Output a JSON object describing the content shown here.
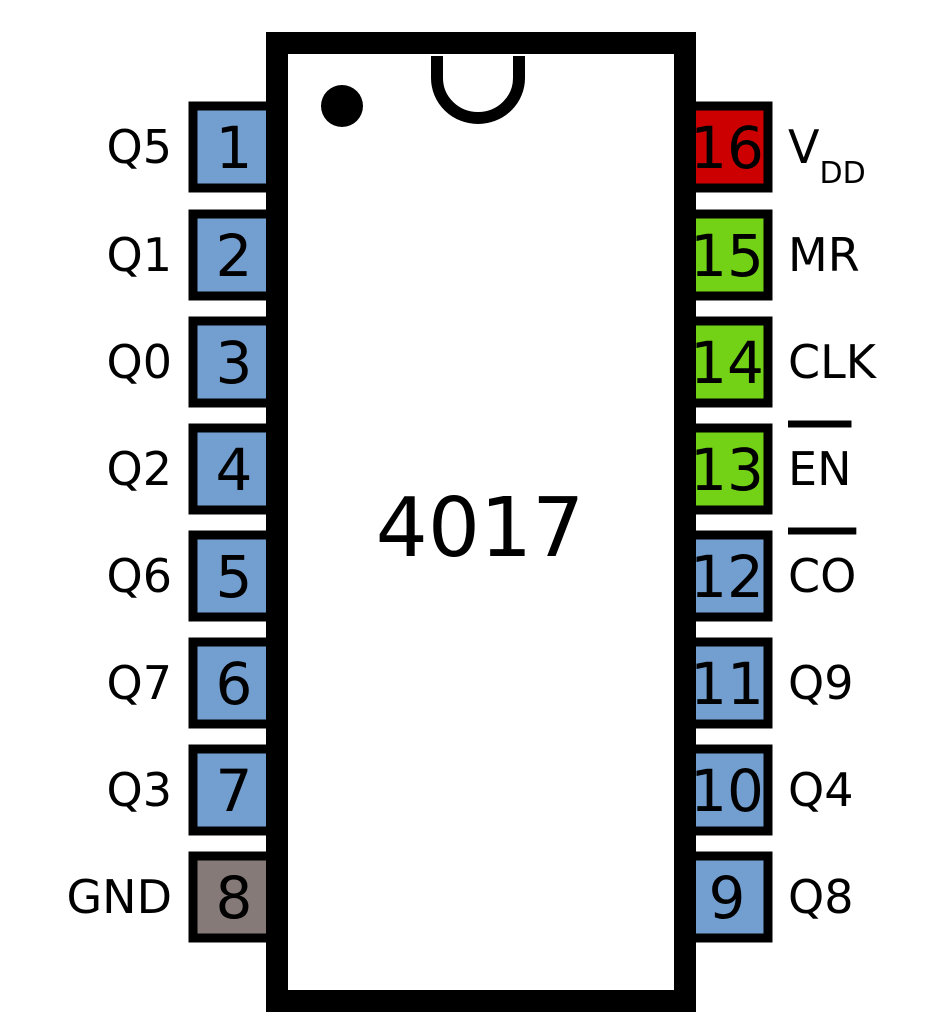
{
  "chip": {
    "name": "4017"
  },
  "colors": {
    "output": "#729fcf",
    "power": "#cc0000",
    "input": "#73d216",
    "ground": "#857a78",
    "body": "#ffffff",
    "outline": "#000000"
  },
  "pins": {
    "left": [
      {
        "number": "1",
        "label": "Q5",
        "type": "output",
        "overline": false
      },
      {
        "number": "2",
        "label": "Q1",
        "type": "output",
        "overline": false
      },
      {
        "number": "3",
        "label": "Q0",
        "type": "output",
        "overline": false
      },
      {
        "number": "4",
        "label": "Q2",
        "type": "output",
        "overline": false
      },
      {
        "number": "5",
        "label": "Q6",
        "type": "output",
        "overline": false
      },
      {
        "number": "6",
        "label": "Q7",
        "type": "output",
        "overline": false
      },
      {
        "number": "7",
        "label": "Q3",
        "type": "output",
        "overline": false
      },
      {
        "number": "8",
        "label": "GND",
        "type": "ground",
        "overline": false
      }
    ],
    "right": [
      {
        "number": "16",
        "label": "V",
        "sub": "DD",
        "type": "power",
        "overline": false
      },
      {
        "number": "15",
        "label": "MR",
        "type": "input",
        "overline": false
      },
      {
        "number": "14",
        "label": "CLK",
        "type": "input",
        "overline": false
      },
      {
        "number": "13",
        "label": "EN",
        "type": "input",
        "overline": true
      },
      {
        "number": "12",
        "label": "CO",
        "type": "output",
        "overline": true
      },
      {
        "number": "11",
        "label": "Q9",
        "type": "output",
        "overline": false
      },
      {
        "number": "10",
        "label": "Q4",
        "type": "output",
        "overline": false
      },
      {
        "number": "9",
        "label": "Q8",
        "type": "output",
        "overline": false
      }
    ]
  }
}
